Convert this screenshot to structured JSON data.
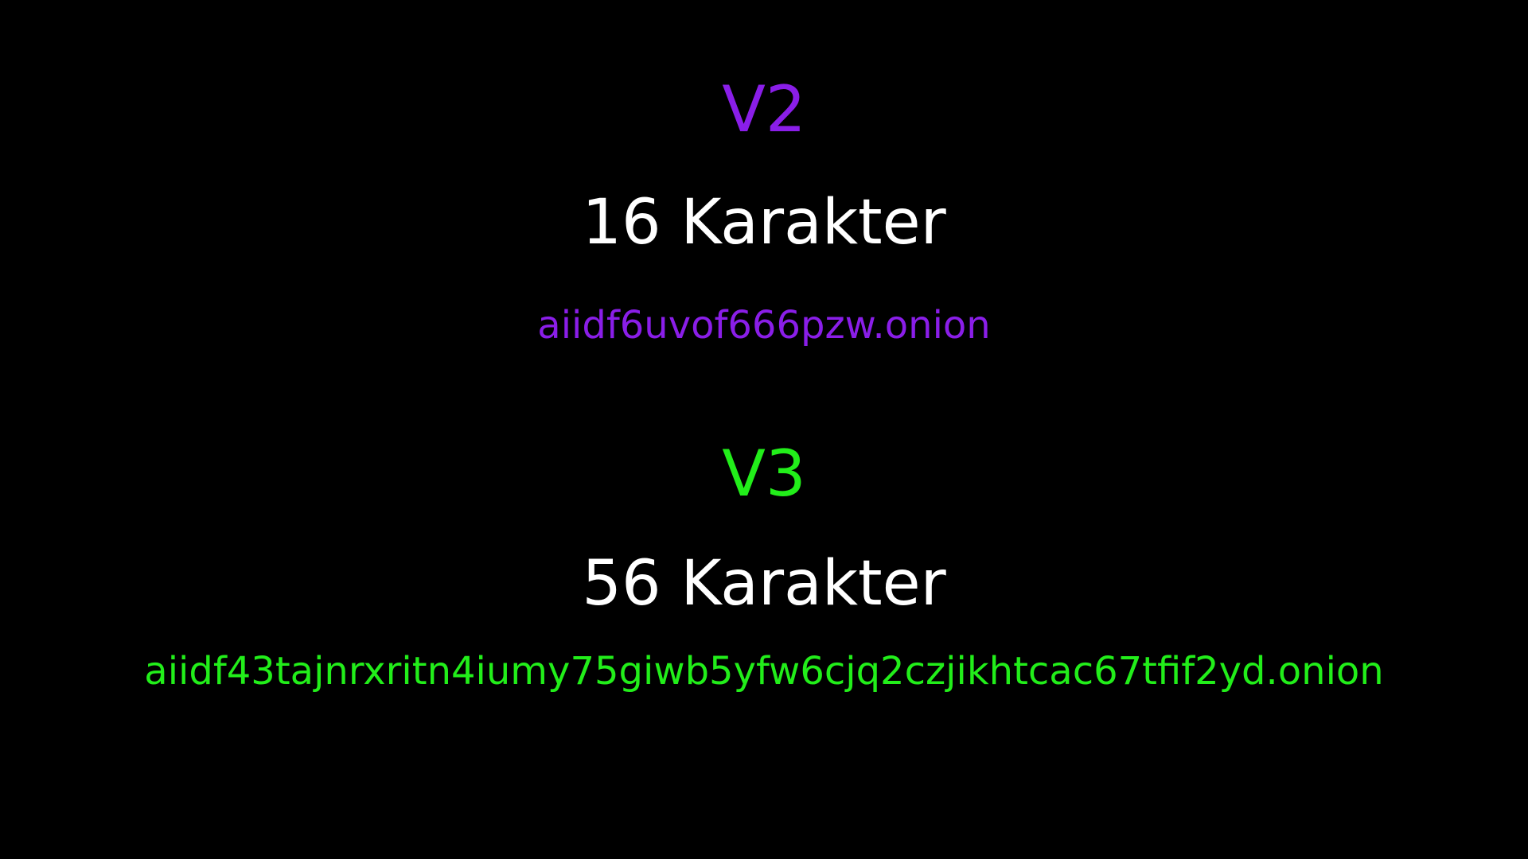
{
  "colors": {
    "background": "#000000",
    "v2": "#8a1ee8",
    "v3": "#22ee1a",
    "text": "#ffffff"
  },
  "v2": {
    "title": "V2",
    "count": "16 Karakter",
    "address": "aiidf6uvof666pzw.onion"
  },
  "v3": {
    "title": "V3",
    "count": "56 Karakter",
    "address": "aiidf43tajnrxritn4iumy75giwb5yfw6cjq2czjikhtcac67tfif2yd.onion"
  }
}
